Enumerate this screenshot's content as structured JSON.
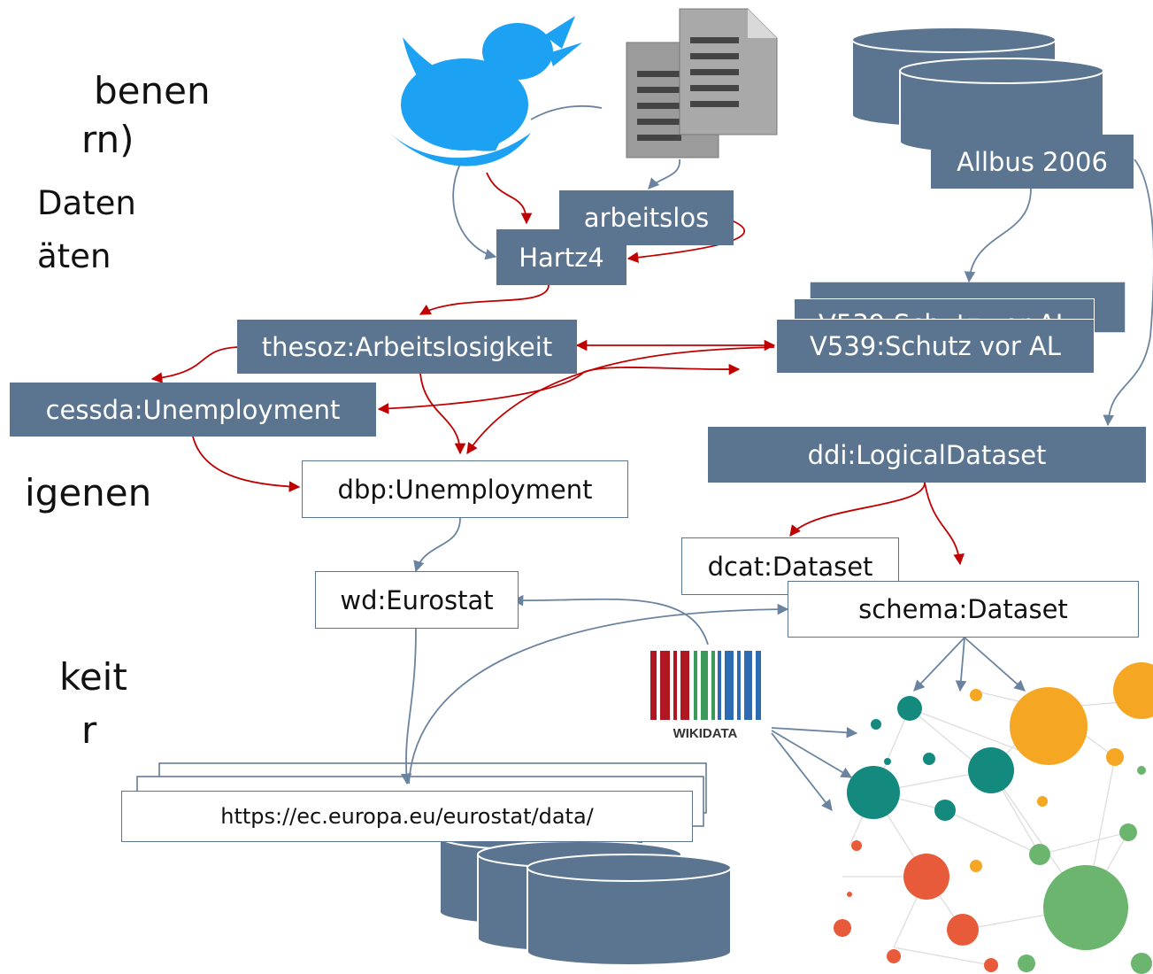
{
  "colors": {
    "node_fill": "#5b7490",
    "node_border": "#5b7490",
    "blue_edge": "#6a84a0",
    "red_edge": "#c00000",
    "twitter": "#1da1f2",
    "wikidata_red": "#b01722",
    "wikidata_green": "#3b9a5a",
    "wikidata_blue": "#2d6cb3",
    "graph_orange": "#f5a623",
    "graph_teal": "#148a7e",
    "graph_green": "#6cb56f",
    "graph_red": "#e85b3a"
  },
  "bullets": {
    "line1": "benen",
    "line2": "rn)",
    "line3": "Daten",
    "line4": "äten",
    "line5": "igenen",
    "line6": "keit",
    "line7": "r"
  },
  "nodes": {
    "arbeitslos": "arbeitslos",
    "hartz4": "Hartz4",
    "allbus": "Allbus 2006",
    "v539_back": "V539:Schutz vor AL",
    "v539": "V539:Schutz vor AL",
    "thesoz": "thesoz:Arbeitslosigkeit",
    "cessda": "cessda:Unemployment",
    "dbp": "dbp:Unemployment",
    "ddi": "ddi:LogicalDataset",
    "dcat": "dcat:Dataset",
    "schema": "schema:Dataset",
    "wd": "wd:Eurostat",
    "eurostat_url": "https://ec.europa.eu/eurostat/data/"
  },
  "icons": {
    "twitter": "twitter-bird-icon",
    "documents": "documents-icon",
    "database": "database-icon",
    "wikidata": "wikidata-logo",
    "network": "network-graph-icon"
  },
  "wikidata_label": "WIKIDATA"
}
